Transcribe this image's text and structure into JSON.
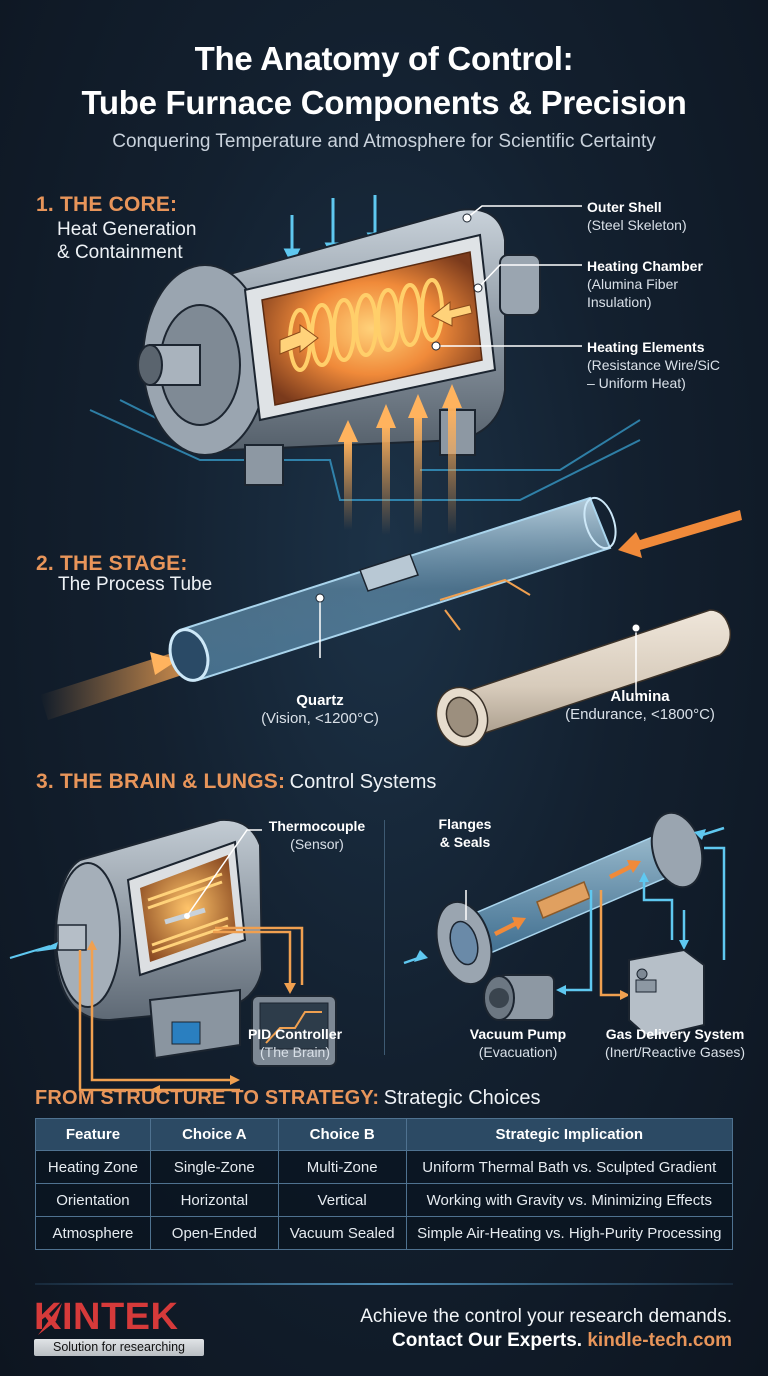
{
  "header": {
    "title_line1": "The Anatomy of Control:",
    "title_line2": "Tube Furnace Components & Precision",
    "subtitle": "Conquering Temperature and Atmosphere for Scientific Certainty"
  },
  "section1": {
    "heading": "1. THE CORE:",
    "sub_line1": "Heat Generation",
    "sub_line2": "& Containment",
    "callouts": [
      {
        "title": "Outer Shell",
        "desc_line1": "(Steel Skeleton)",
        "desc_line2": ""
      },
      {
        "title": "Heating Chamber",
        "desc_line1": "(Alumina Fiber",
        "desc_line2": "Insulation)"
      },
      {
        "title": "Heating Elements",
        "desc_line1": "(Resistance Wire/SiC",
        "desc_line2": "– Uniform Heat)"
      }
    ]
  },
  "section2": {
    "heading": "2. THE STAGE:",
    "sub": "The Process Tube",
    "tubes": [
      {
        "title": "Quartz",
        "desc": "(Vision, <1200°C)"
      },
      {
        "title": "Alumina",
        "desc": "(Endurance, <1800°C)"
      }
    ]
  },
  "section3": {
    "heading": "3. THE BRAIN & LUNGS:",
    "sub": "Control Systems",
    "left_callouts": [
      {
        "title": "Thermocouple",
        "desc": "(Sensor)"
      },
      {
        "title": "PID Controller",
        "desc": "(The Brain)"
      }
    ],
    "right_callouts": [
      {
        "title_line1": "Flanges",
        "title_line2": "& Seals"
      },
      {
        "title": "Vacuum Pump",
        "desc": "(Evacuation)"
      },
      {
        "title": "Gas Delivery System",
        "desc": "(Inert/Reactive Gases)"
      }
    ]
  },
  "strategy": {
    "heading": "FROM STRUCTURE TO STRATEGY:",
    "sub": "Strategic Choices",
    "columns": [
      "Feature",
      "Choice A",
      "Choice B",
      "Strategic Implication"
    ],
    "rows": [
      [
        "Heating Zone",
        "Single-Zone",
        "Multi-Zone",
        "Uniform Thermal Bath vs. Sculpted Gradient"
      ],
      [
        "Orientation",
        "Horizontal",
        "Vertical",
        "Working with Gravity vs. Minimizing Effects"
      ],
      [
        "Atmosphere",
        "Open-Ended",
        "Vacuum Sealed",
        "Simple Air-Heating vs. High-Purity Processing"
      ]
    ]
  },
  "footer": {
    "brand": "KINTEK",
    "tagline": "Solution for researching",
    "cta_line1": "Achieve the control your research demands.",
    "cta_bold": "Contact Our Experts.",
    "cta_link": "kindle-tech.com"
  },
  "colors": {
    "accent_orange": "#e8955a",
    "background": "#13202f",
    "brand_red": "#d63a3a",
    "cool_blue": "#5fc8f0",
    "table_header": "#2c4a64"
  }
}
